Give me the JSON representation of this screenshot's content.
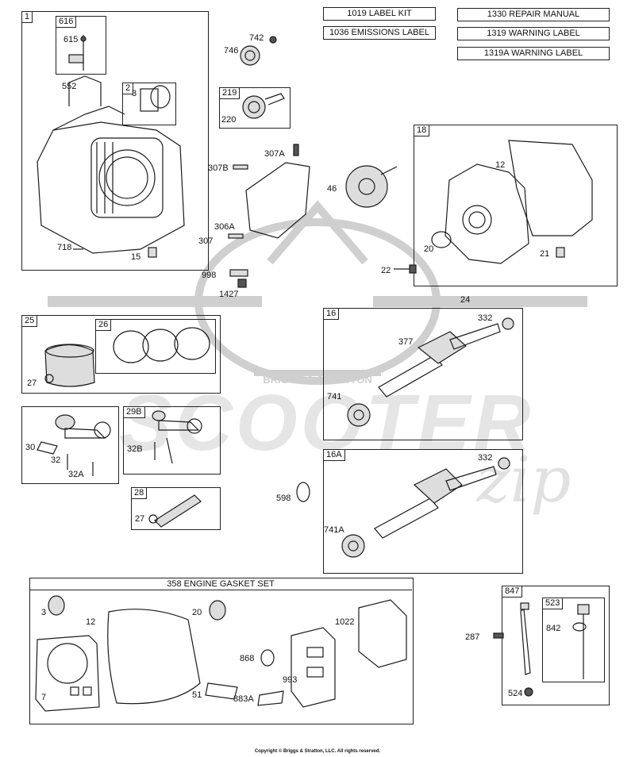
{
  "label_kits": [
    "1019 LABEL KIT",
    "1036 EMISSIONS LABEL"
  ],
  "manuals": [
    "1330 REPAIR MANUAL",
    "1319 WARNING LABEL",
    "1319A WARNING LABEL"
  ],
  "watermark": {
    "brand": "BRIGGS & STRATTON",
    "word": "SCOOTER",
    "script": "zip"
  },
  "boxes": {
    "b1": "1",
    "b616": "616",
    "b2": "2",
    "b219": "219",
    "b18": "18",
    "b25": "25",
    "b26": "26",
    "b16": "16",
    "b29b": "29B",
    "b16a": "16A",
    "b28": "28",
    "b847": "847",
    "b523": "523"
  },
  "gasket_set_title": "358 ENGINE GASKET SET",
  "parts": {
    "p615": "615",
    "p552": "552",
    "p3a": "3",
    "p718": "718",
    "p15": "15",
    "p742": "742",
    "p746": "746",
    "p220": "220",
    "p307a": "307A",
    "p307b": "307B",
    "p46": "46",
    "p306a": "306A",
    "p307": "307",
    "p998": "998",
    "p1427": "1427",
    "p12a": "12",
    "p20a": "20",
    "p21": "21",
    "p22": "22",
    "p24": "24",
    "p27a": "27",
    "p332a": "332",
    "p377": "377",
    "p741": "741",
    "p30": "30",
    "p32": "32",
    "p32a": "32A",
    "p32b": "32B",
    "p598": "598",
    "p332b": "332",
    "p741a": "741A",
    "p27b": "27",
    "p3b": "3",
    "p12b": "12",
    "p20b": "20",
    "p1022": "1022",
    "p868": "868",
    "p993": "993",
    "p7": "7",
    "p51": "51",
    "p883a": "883A",
    "p287": "287",
    "p842": "842",
    "p524": "524"
  },
  "copyright": "Copyright © Briggs & Stratton, LLC. All rights reserved."
}
